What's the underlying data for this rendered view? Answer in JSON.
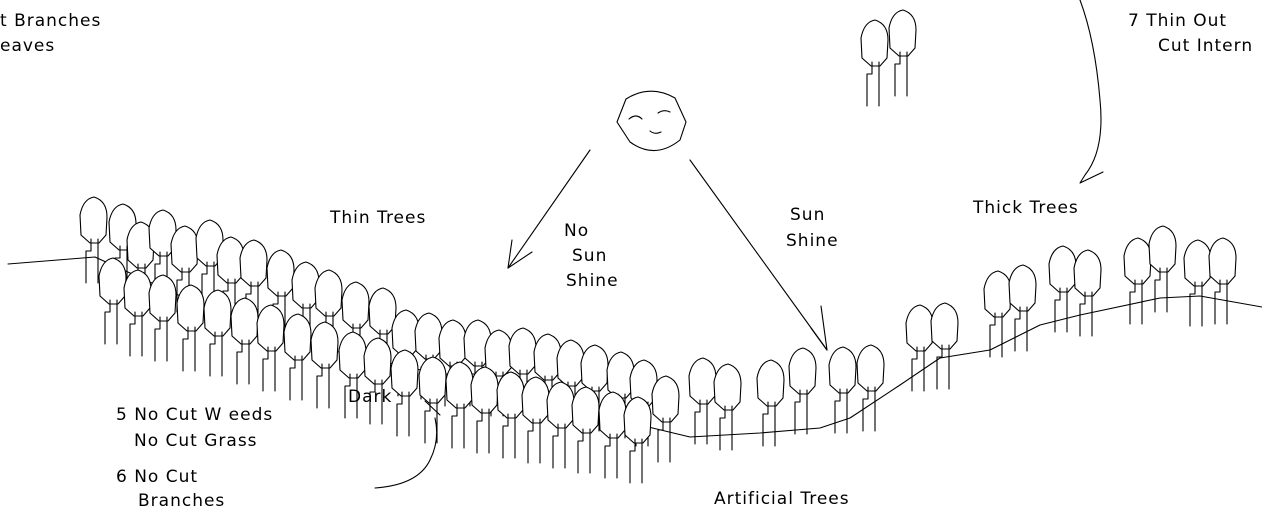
{
  "labels": {
    "cut_branches_1": "t Branches",
    "cut_branches_2": "eaves",
    "thin_out_1": "7  Thin Out",
    "thin_out_2": "Cut Intern",
    "thin_trees": "Thin Trees",
    "no_sun_shine_1": "No",
    "no_sun_shine_2": "Sun",
    "no_sun_shine_3": "Shine",
    "sun_shine_1": "Sun",
    "sun_shine_2": "Shine",
    "thick_trees": "Thick Trees",
    "dark": "Dark",
    "no_cut_weeds_1": "5 No Cut W eeds",
    "no_cut_weeds_2": "No Cut Grass",
    "no_cut_branches_1": "6 No Cut",
    "no_cut_branches_2": "Branches",
    "artificial_trees": "Artificial Trees"
  },
  "icons": {
    "sun": "smiling-sun-face-icon",
    "tree": "tree-icon"
  },
  "colors": {
    "ink": "#000000",
    "background": "#ffffff"
  }
}
